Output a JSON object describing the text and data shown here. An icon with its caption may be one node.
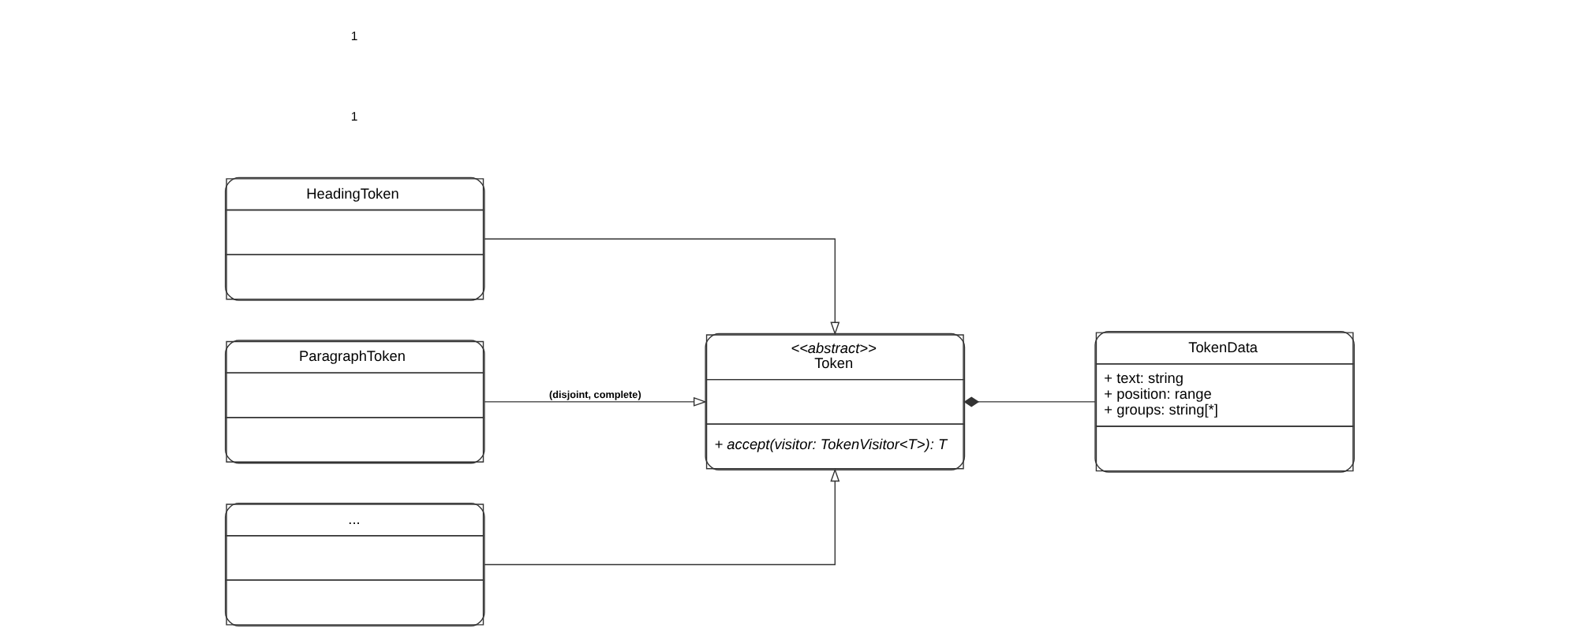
{
  "diagram": {
    "nodes": [
      {
        "text": [
          "HeadingToken"
        ]
      },
      {
        "text": [
          "ParagraphToken"
        ]
      },
      {
        "text": [
          "..."
        ]
      },
      {
        "text": [
          "<<abstract>>",
          "Token",
          "+ accept(visitor: TokenVisitor<T>): T"
        ]
      },
      {
        "text": [
          "TokenData",
          "+ text: string",
          "+ position: range",
          "+ groups: string[*]"
        ]
      }
    ],
    "edges": [
      {
        "from": 0,
        "to": 3,
        "arrow": "to"
      },
      {
        "from": 1,
        "to": 3,
        "arrow": "to",
        "label": "(disjoint, complete)"
      },
      {
        "from": 2,
        "to": 3,
        "arrow": "to"
      },
      {
        "from": 3,
        "to": 4,
        "arrow": "other"
      }
    ],
    "labels": [
      "1",
      "1"
    ]
  }
}
